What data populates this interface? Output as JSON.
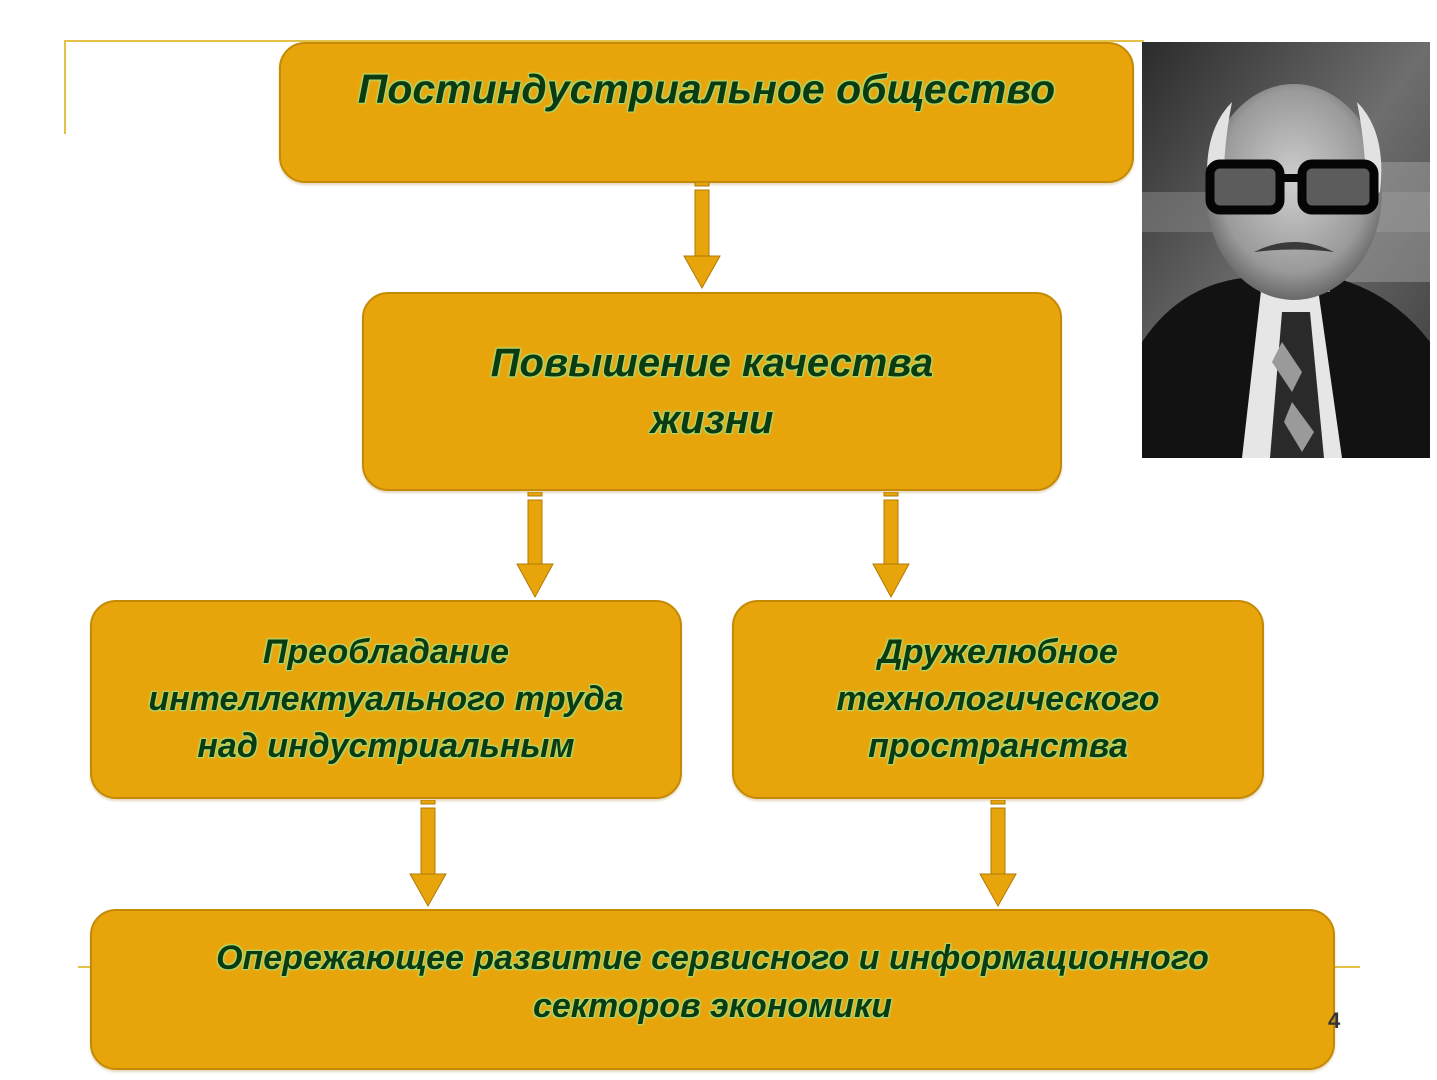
{
  "diagram": {
    "top": "Постиндустриальное общество",
    "middle": "Повышение качества\nжизни",
    "left": "Преобладание\nинтеллектуального труда\nнад индустриальным",
    "right": "Дружелюбное\nтехнологического\nпространства",
    "bottom": "Опережающее развитие сервисного и информационного\nсекторов экономики"
  },
  "photo": {
    "icon": "portrait-photo"
  },
  "page_number": "4",
  "colors": {
    "box_fill": "#e8a40b",
    "box_border": "#c48a06",
    "text": "#0d3a10",
    "text_glow": "#a9d96c",
    "arrow": "#e8a40b"
  }
}
